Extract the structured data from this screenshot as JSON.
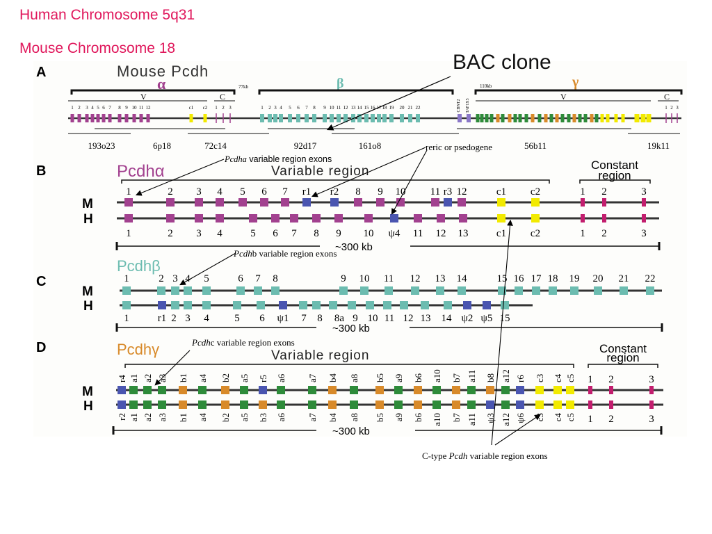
{
  "titles": {
    "human": "Human Chromosome 5q31",
    "mouse": "Mouse Chromosome 18"
  },
  "colors": {
    "title": "#e0185c",
    "alpha": "#a2418f",
    "beta": "#6cbcb0",
    "gamma": "#d88a2a",
    "gamma_a": "#2e8b3a",
    "pseudo": "#4a55b0",
    "ctype": "#f2ea00",
    "constant": "#c21e6e",
    "cntap": "#8b78c8",
    "line": "#333333"
  },
  "annotations": {
    "bac_clone": "BAC clone",
    "reric": "reric or psedogene",
    "pcdha_var": {
      "italic": "Pcdha",
      "rest": " variable region exons"
    },
    "pcdhb_var": {
      "italic": "Pcdh",
      "rest": "b variable region exons"
    },
    "pcdhc_var": {
      "italic": "Pcdh",
      "rest": "c variable region exons"
    },
    "ctype": {
      "prefix": "C-type ",
      "italic": "Pcdh",
      "rest": " variable region exons"
    }
  },
  "panelA": {
    "letter": "A",
    "title": "Mouse Pcdh",
    "alpha_symbol": "α",
    "beta_symbol": "β",
    "gamma_symbol": "γ",
    "gap1": "77kb",
    "gap2": "110kb",
    "v_label": "V",
    "c_label": "C",
    "cntn": "CBNT2",
    "taf": "TAF1X5",
    "alpha_labels": [
      "1",
      "2",
      "3",
      "4",
      "5",
      "6",
      "7",
      "8",
      "9",
      "10",
      "11",
      "12",
      "c1",
      "c2",
      "1",
      "2",
      "3"
    ],
    "beta_labels": [
      "1",
      "2",
      "3",
      "4",
      "5",
      "6",
      "7",
      "8",
      "9",
      "10",
      "11",
      "12",
      "13",
      "14",
      "15",
      "16",
      "17",
      "18",
      "19",
      "20",
      "21",
      "22"
    ],
    "gamma_const_labels": [
      "1",
      "2",
      "3"
    ],
    "bac_clones": [
      "193o23",
      "6p18",
      "72c14",
      "92d17",
      "161o8",
      "56b11",
      "19k11"
    ]
  },
  "panelB": {
    "letter": "B",
    "title": "Pcdhα",
    "variable": "Variable region",
    "constant": [
      "Constant",
      "region"
    ],
    "row_m": "M",
    "row_h": "H",
    "scale": "~300 kb",
    "m_labels": [
      "1",
      "2",
      "3",
      "4",
      "5",
      "6",
      "7",
      "r1",
      "r2",
      "8",
      "9",
      "10",
      "11",
      "r3",
      "12",
      "c1",
      "c2",
      "1",
      "2",
      "3"
    ],
    "h_labels": [
      "1",
      "2",
      "3",
      "4",
      "5",
      "6",
      "7",
      "8",
      "9",
      "10",
      "ψ4",
      "11",
      "12",
      "13",
      "c1",
      "c2",
      "1",
      "2",
      "3"
    ]
  },
  "panelC": {
    "letter": "C",
    "title": "Pcdhβ",
    "row_m": "M",
    "row_h": "H",
    "scale": "~300 kb",
    "m_labels": [
      "1",
      "2",
      "3",
      "4",
      "5",
      "6",
      "7",
      "8",
      "9",
      "10",
      "11",
      "12",
      "13",
      "14",
      "15",
      "16",
      "17",
      "18",
      "19",
      "20",
      "21",
      "22"
    ],
    "h_labels": [
      "1",
      "r1",
      "2",
      "3",
      "4",
      "5",
      "6",
      "ψ1",
      "7",
      "8",
      "8a",
      "9",
      "10",
      "11",
      "12",
      "13",
      "14",
      "ψ2",
      "ψ5",
      "15"
    ]
  },
  "panelD": {
    "letter": "D",
    "title": "Pcdhγ",
    "variable": "Variable region",
    "constant": [
      "Constant",
      "region"
    ],
    "row_m": "M",
    "row_h": "H",
    "scale": "~300 kb",
    "m_labels": [
      "r4",
      "a1",
      "a2",
      "a3",
      "b1",
      "a4",
      "b2",
      "a5",
      "r5",
      "a6",
      "a7",
      "b4",
      "a8",
      "b5",
      "a9",
      "b6",
      "a10",
      "b7",
      "a11",
      "b8",
      "a12",
      "r6",
      "c3",
      "c4",
      "c5",
      "1",
      "2",
      "3"
    ],
    "h_labels": [
      "r2",
      "a1",
      "a2",
      "a3",
      "b1",
      "a4",
      "b2",
      "a5",
      "b3",
      "a6",
      "a7",
      "b4",
      "a8",
      "b5",
      "a9",
      "b6",
      "a10",
      "b7",
      "a11",
      "ψ3",
      "a12",
      "ψ6",
      "c3",
      "c4",
      "c5",
      "1",
      "2",
      "3"
    ]
  }
}
